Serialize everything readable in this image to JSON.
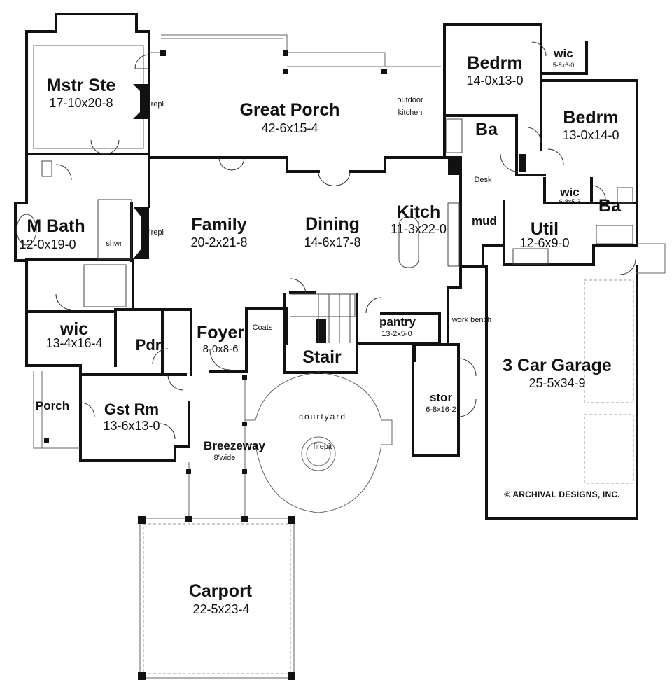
{
  "rooms": {
    "mstr_ste": {
      "name": "Mstr Ste",
      "dim": "17-10x20-8"
    },
    "great_porch": {
      "name": "Great Porch",
      "dim": "42-6x15-4"
    },
    "bedrm_1": {
      "name": "Bedrm",
      "dim": "14-0x13-0"
    },
    "bedrm_2": {
      "name": "Bedrm",
      "dim": "13-0x14-0"
    },
    "wic_bed": {
      "name": "wic",
      "dim": "5-8x6-0"
    },
    "ba_1": {
      "name": "Ba"
    },
    "ba_2": {
      "name": "Ba"
    },
    "wic_small": {
      "name": "wic",
      "dim": "6-8x5-3"
    },
    "m_bath": {
      "name": "M Bath",
      "dim": "12-0x19-0"
    },
    "family": {
      "name": "Family",
      "dim": "20-2x21-8"
    },
    "dining": {
      "name": "Dining",
      "dim": "14-6x17-8"
    },
    "kitch": {
      "name": "Kitch",
      "dim": "11-3x22-0"
    },
    "util": {
      "name": "Util",
      "dim": "12-6x9-0"
    },
    "wic_master": {
      "name": "wic",
      "dim": "13-4x16-4"
    },
    "pdr": {
      "name": "Pdr"
    },
    "foyer": {
      "name": "Foyer",
      "dim": "8-0x8-6"
    },
    "stair": {
      "name": "Stair"
    },
    "pantry": {
      "name": "pantry",
      "dim": "13-2x5-0"
    },
    "garage": {
      "name": "3 Car Garage",
      "dim": "25-5x34-9"
    },
    "stor": {
      "name": "stor",
      "dim": "6-8x16-2"
    },
    "gst_rm": {
      "name": "Gst Rm",
      "dim": "13-6x13-0"
    },
    "porch": {
      "name": "Porch"
    },
    "breezeway": {
      "name": "Breezeway",
      "dim": "8'wide"
    },
    "carport": {
      "name": "Carport",
      "dim": "22-5x23-4"
    }
  },
  "notes": {
    "firepl_1": "firepl",
    "firepl_2": "firepl",
    "outdoor_kitchen_1": "outdoor",
    "outdoor_kitchen_2": "kitchen",
    "shwr": "shwr",
    "desk": "Desk",
    "mud": "mud",
    "coats": "Coats",
    "work_bench": "work bench",
    "courtyard": "courtyard",
    "firepit": "firepit"
  },
  "credit": "© ARCHIVAL DESIGNS, INC."
}
